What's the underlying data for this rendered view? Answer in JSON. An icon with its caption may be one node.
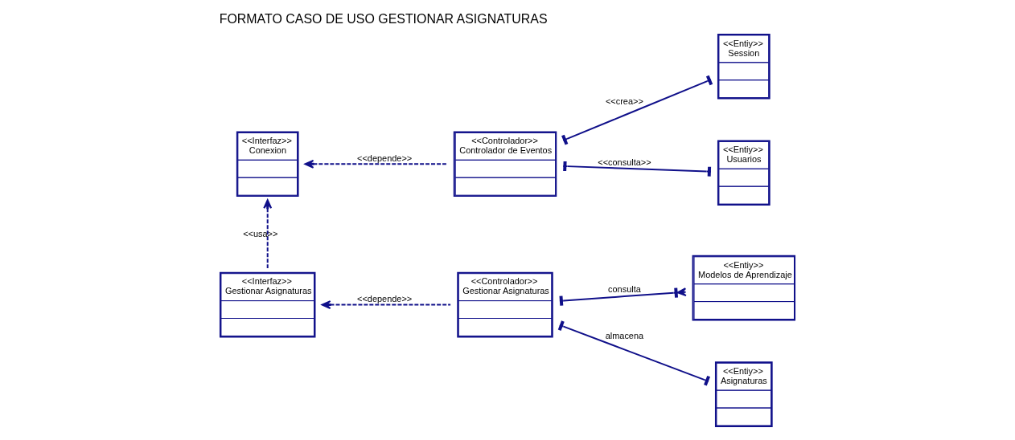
{
  "diagram": {
    "title": "FORMATO CASO DE USO GESTIONAR ASIGNATURAS",
    "nodes": [
      {
        "text": [
          "<<Interfaz>>",
          "Conexion"
        ]
      },
      {
        "text": [
          "<<Controlador>>",
          "Controlador de Eventos"
        ]
      },
      {
        "text": [
          "<<Entiy>>",
          "Session"
        ]
      },
      {
        "text": [
          "<<Entiy>>",
          "Usuarios"
        ]
      },
      {
        "text": [
          "<<Interfaz>>",
          "Gestionar Asignaturas"
        ]
      },
      {
        "text": [
          "<<Controlador>>",
          "Gestionar Asignaturas"
        ]
      },
      {
        "text": [
          "<<Entiy>>",
          "Modelos de Aprendizaje"
        ]
      },
      {
        "text": [
          "<<Entiy>>",
          "Asignaturas"
        ]
      }
    ],
    "edges": [
      {
        "from": 1,
        "to": 0,
        "arrow": "to",
        "style": "dashed",
        "label": "<<depende>>"
      },
      {
        "from": 1,
        "to": 2,
        "arrow": "other",
        "label": "<<crea>>"
      },
      {
        "from": 1,
        "to": 3,
        "arrow": "other",
        "label": "<<consulta>>"
      },
      {
        "from": 4,
        "to": 0,
        "arrow": "to",
        "style": "dashed",
        "label": "<<usa>>"
      },
      {
        "from": 5,
        "to": 4,
        "arrow": "to",
        "style": "dashed",
        "label": "<<depende>>"
      },
      {
        "from": 5,
        "to": 6,
        "arrow": "other",
        "label": "consulta"
      },
      {
        "from": 5,
        "to": 7,
        "arrow": "other",
        "label": "almacena"
      }
    ]
  }
}
